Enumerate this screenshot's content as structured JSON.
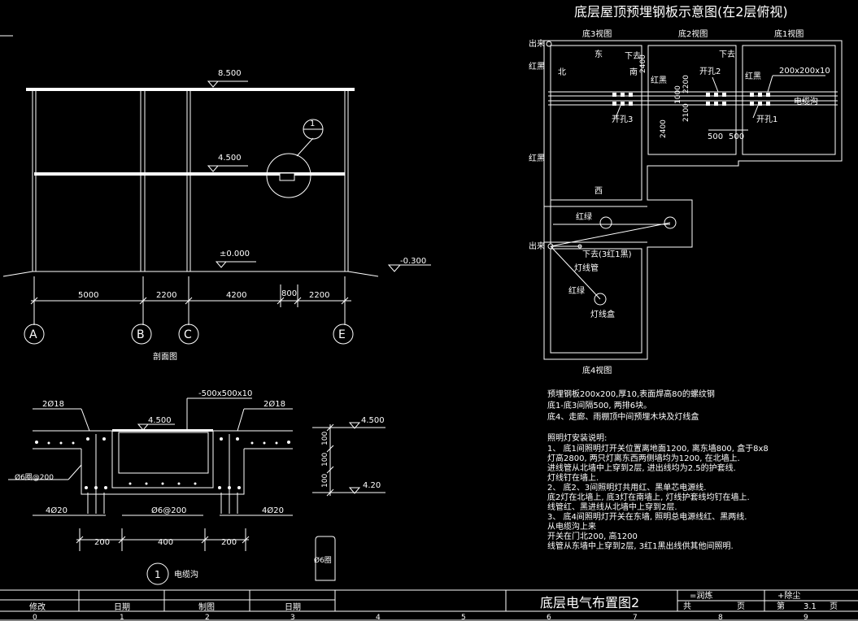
{
  "title": "底层屋顶预埋钢板示意图(在2层俯视)",
  "section": {
    "levels": [
      "8.500",
      "4.500",
      "±0.000",
      "-0.300"
    ],
    "dims": [
      "5000",
      "2200",
      "4200",
      "800",
      "2200"
    ],
    "axes": [
      "A",
      "B",
      "C",
      "E"
    ],
    "callout": "1",
    "caption": "剖面图"
  },
  "detail": {
    "plate_label": "-500x500x10",
    "rebar_left_top": "2Ø18",
    "rebar_right_top": "2Ø18",
    "level": "4.500",
    "stirrup_left": "Ø6圈@200",
    "bottom_left": "4Ø20",
    "bottom_mid": "Ø6@200",
    "bottom_right": "4Ø20",
    "dims": [
      "200",
      "400",
      "200"
    ],
    "number": "1",
    "caption": "电缆沟",
    "side_level_top": "4.500",
    "side_level_bot": "4.20",
    "side_dims": [
      "100",
      "100",
      "100"
    ],
    "stirrup_label": "Ø6圈"
  },
  "plan": {
    "view_labels": [
      "底3视图",
      "底2视图",
      "底1视图",
      "底4视图"
    ],
    "chulai_top": "出来",
    "chulai_bottom": "出来",
    "hong_hei_left1": "红黑",
    "hong_hei_left2": "红黑",
    "hong_hei_mid": "红黑",
    "hong_hei_right": "红黑",
    "dong": "东",
    "bei": "北",
    "nan": "南",
    "xi": "西",
    "xiaqu1": "下去",
    "xiaqu2": "下去",
    "kaikong1": "开孔1",
    "kaikong2": "开孔2",
    "kaikong3": "开孔3",
    "plate_size": "200x200x10",
    "dianlangou": "电缆沟",
    "vdim1": "2400",
    "vdim2": "2400",
    "vdim3": "2200",
    "vdim4": "2100",
    "vdim5": "1000",
    "dim500a": "500",
    "dim500b": "500",
    "hong_lv1": "红绿",
    "hong_lv2": "红绿",
    "xiaqu3": "下去(3红1黑)",
    "dengxianguan": "灯线管",
    "dengxianhe": "灯线盒"
  },
  "notes": [
    "预埋钢板200x200,厚10,表面焊高80的螺纹钢",
    "底1-底3间隔500, 两排6块。",
    "底4、走廊、雨棚顶中间预埋木块及灯线盒"
  ],
  "lighting": [
    "照明灯安装说明:",
    "1、 底1间照明灯开关位置离地面1200, 离东墙800, 盒于8x8",
    "     灯高2800, 两只灯离东西两侧墙均为1200, 在北墙上.",
    "     进线管从北墙中上穿到2层, 进出线均为2.5的护套线.",
    "     灯线钉在墙上.",
    "2、 底2、3间照明灯共用红、黑单芯电源线.",
    "     底2灯在北墙上, 底3灯在南墙上, 灯线护套线均钉在墙上.",
    "     线管红、黑进线从北墙中上穿到2层.",
    "3、 底4间照明灯开关在东墙, 照明总电源线红、黑两线.",
    "     从电缆沟上来",
    "     开关在门北200, 高1200",
    "     线管从东墙中上穿到2层, 3红1黑出线供其他间照明."
  ],
  "titleblock": {
    "headers": [
      "修改",
      "日期",
      "制图",
      "日期"
    ],
    "drawing_title": "底层电气布置图2",
    "field1": "=润炼",
    "field2": "+除尘",
    "gong": "共",
    "ye1": "页",
    "di": "第",
    "page": "3.1",
    "ye2": "页",
    "index": [
      "0",
      "1",
      "2",
      "3",
      "4",
      "5",
      "6",
      "7",
      "8",
      "9"
    ]
  }
}
